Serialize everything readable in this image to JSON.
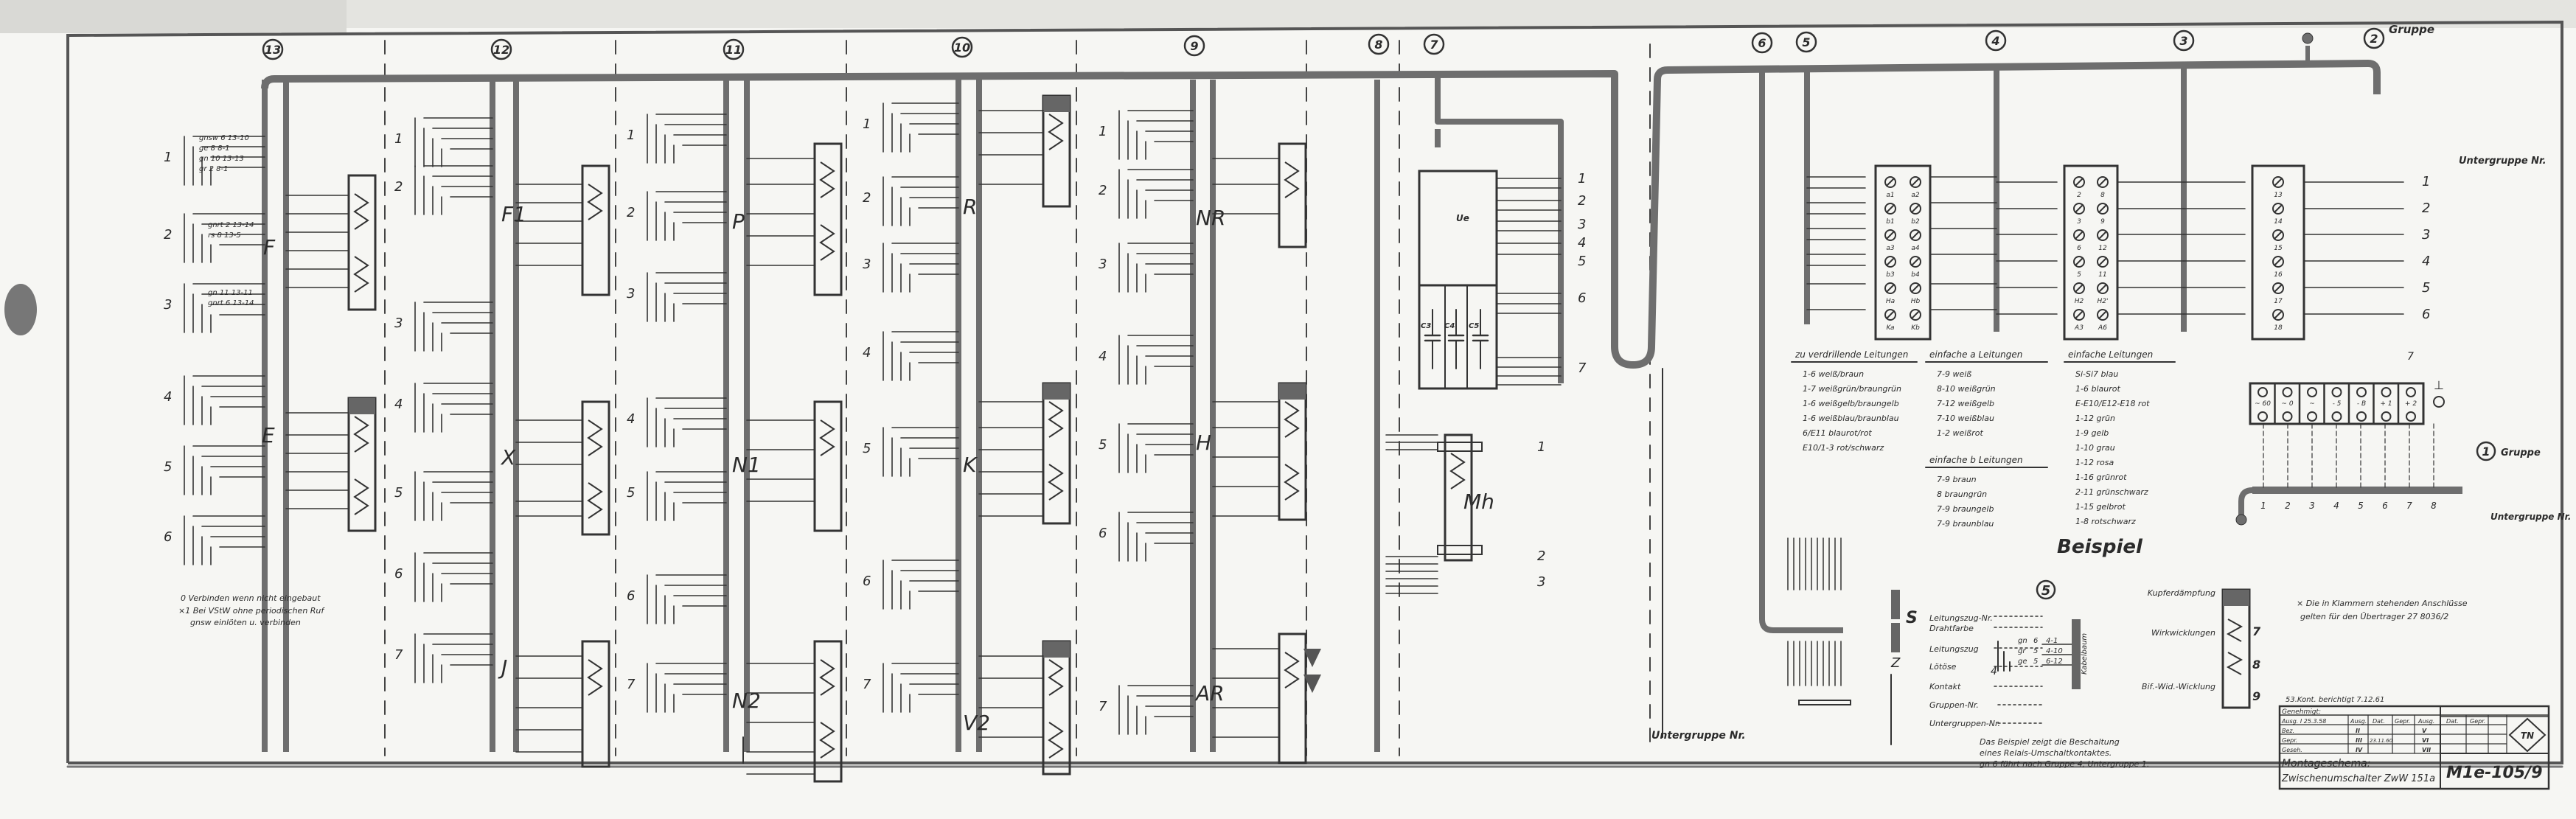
{
  "groups": {
    "top": [
      "13",
      "12",
      "11",
      "10",
      "9",
      "8",
      "7",
      "6",
      "5",
      "4",
      "3",
      "2"
    ],
    "group_word": "Gruppe",
    "group1": "1"
  },
  "relays": [
    "F",
    "E",
    "F1",
    "X",
    "J",
    "P",
    "N1",
    "N2",
    "R",
    "K",
    "V2",
    "NR",
    "H",
    "AR",
    "Mh"
  ],
  "row_numbers": [
    "1",
    "2",
    "3",
    "4",
    "5",
    "6",
    "7",
    "8"
  ],
  "subgroup_label": "Untergruppe Nr.",
  "sample_wires": [
    "gnsw 6 13-10",
    "ge 8 8-1",
    "gn 10 13-13",
    "gr 2 8-1",
    "gnrt 2 13-14",
    "rs 8 13-5",
    "gn 11 13-11",
    "gnrt 6 13-14"
  ],
  "capacitors": [
    "C3",
    "C4",
    "C5"
  ],
  "ue_label": "Ue",
  "left_notes": [
    "0 Verbinden wenn nicht eingebaut",
    "×1 Bei VStW ohne periodischen Ruf",
    "gnsw einlöten u. verbinden"
  ],
  "terminal_labels": {
    "block1": [
      "a1",
      "a2",
      "b1",
      "b2",
      "a3",
      "a4",
      "b3",
      "b4",
      "Ha",
      "Hb",
      "Ka",
      "Kb"
    ],
    "block2": [
      "2",
      "8",
      "3",
      "9",
      "6",
      "12",
      "5",
      "11",
      "H2",
      "H2'",
      "A3",
      "A6"
    ],
    "block3": [
      "13",
      "14",
      "15",
      "16",
      "17",
      "18"
    ]
  },
  "legend": {
    "twisted": {
      "title": "zu verdrillende Leitungen",
      "items": [
        "1-6 weiß/braun",
        "1-7 weißgrün/braungrün",
        "1-6 weißgelb/braungelb",
        "1-6 weißblau/braunblau",
        "6/E11 blaurot/rot",
        "E10/1-3 rot/schwarz"
      ]
    },
    "simple_a": {
      "title": "einfache a Leitungen",
      "items": [
        "7-9 weiß",
        "8-10 weißgrün",
        "7-12 weißgelb",
        "7-10 weißblau",
        "1-2 weißrot"
      ]
    },
    "simple_b": {
      "title": "einfache b Leitungen",
      "items": [
        "7-9 braun",
        "8 braungrün",
        "7-9 braungelb",
        "7-9 braunblau"
      ]
    },
    "simple": {
      "title": "einfache Leitungen",
      "items": [
        "Si-Si7 blau",
        "1-6 blaurot",
        "E-E10/E12-E18 rot",
        "1-12 grün",
        "1-9 gelb",
        "1-10 grau",
        "1-12 rosa",
        "1-16 grünrot",
        "2-11 grünschwarz",
        "1-15 gelbrot",
        "1-8 rotschwarz"
      ]
    }
  },
  "example": {
    "title": "Beispiel",
    "group": "5",
    "labels": [
      "Leitungszug-Nr.",
      "Drahtfarbe",
      "Leitungszug",
      "Lötöse",
      "Kontakt",
      "Gruppen-Nr.",
      "Untergruppen-Nr."
    ],
    "wires": [
      {
        "color": "gn",
        "n": "6",
        "to": "4-1"
      },
      {
        "color": "gr",
        "n": "5",
        "to": "4-10"
      },
      {
        "color": "ge",
        "n": "5",
        "to": "6-12"
      }
    ],
    "contact": "4",
    "cable": "Kabelbaum",
    "coil_labels": [
      "Kupferdämpfung",
      "Wirkwicklungen",
      "Bif.-Wid.-Wicklung"
    ],
    "coil_numbers": [
      "7",
      "8",
      "9"
    ],
    "caption": [
      "Das Beispiel zeigt die Beschaltung",
      "eines Relais-Umschaltkontaktes.",
      "gn 6 führt nach Gruppe 4, Untergruppe 1."
    ],
    "s_label": "S",
    "z_label": "Z"
  },
  "terminal_strip": {
    "labels": [
      "~ 60",
      "~ 0",
      "~",
      "- 5",
      "- B",
      "+ 1",
      "+ 2"
    ],
    "earth": "⊥",
    "subgroups": [
      "1",
      "2",
      "3",
      "4",
      "5",
      "6",
      "7",
      "8"
    ]
  },
  "note": [
    "× Die in Klammern stehenden Anschlüsse",
    "gelten für den Übertrager 27 8036/2"
  ],
  "title_block": {
    "correction": "53.Kont. berichtigt 7.12.61",
    "approved": "Genehmigt:",
    "issue1": "Ausg. I 25.3.58",
    "headers": [
      "Ausg.",
      "Dat.",
      "Gepr.",
      "Ausg.",
      "Dat.",
      "Gepr."
    ],
    "row_labels": [
      "Bez.",
      "Gepr.",
      "Geseh."
    ],
    "issues_left": [
      "II",
      "III",
      "IV"
    ],
    "issues_right": [
      "V",
      "VI",
      "VII"
    ],
    "date_iii": "23.11.60",
    "title1": "Montageschema:",
    "title2": "Zwischenumschalter ZwW 151a",
    "number": "M1e-105/9",
    "logo": "TN"
  }
}
